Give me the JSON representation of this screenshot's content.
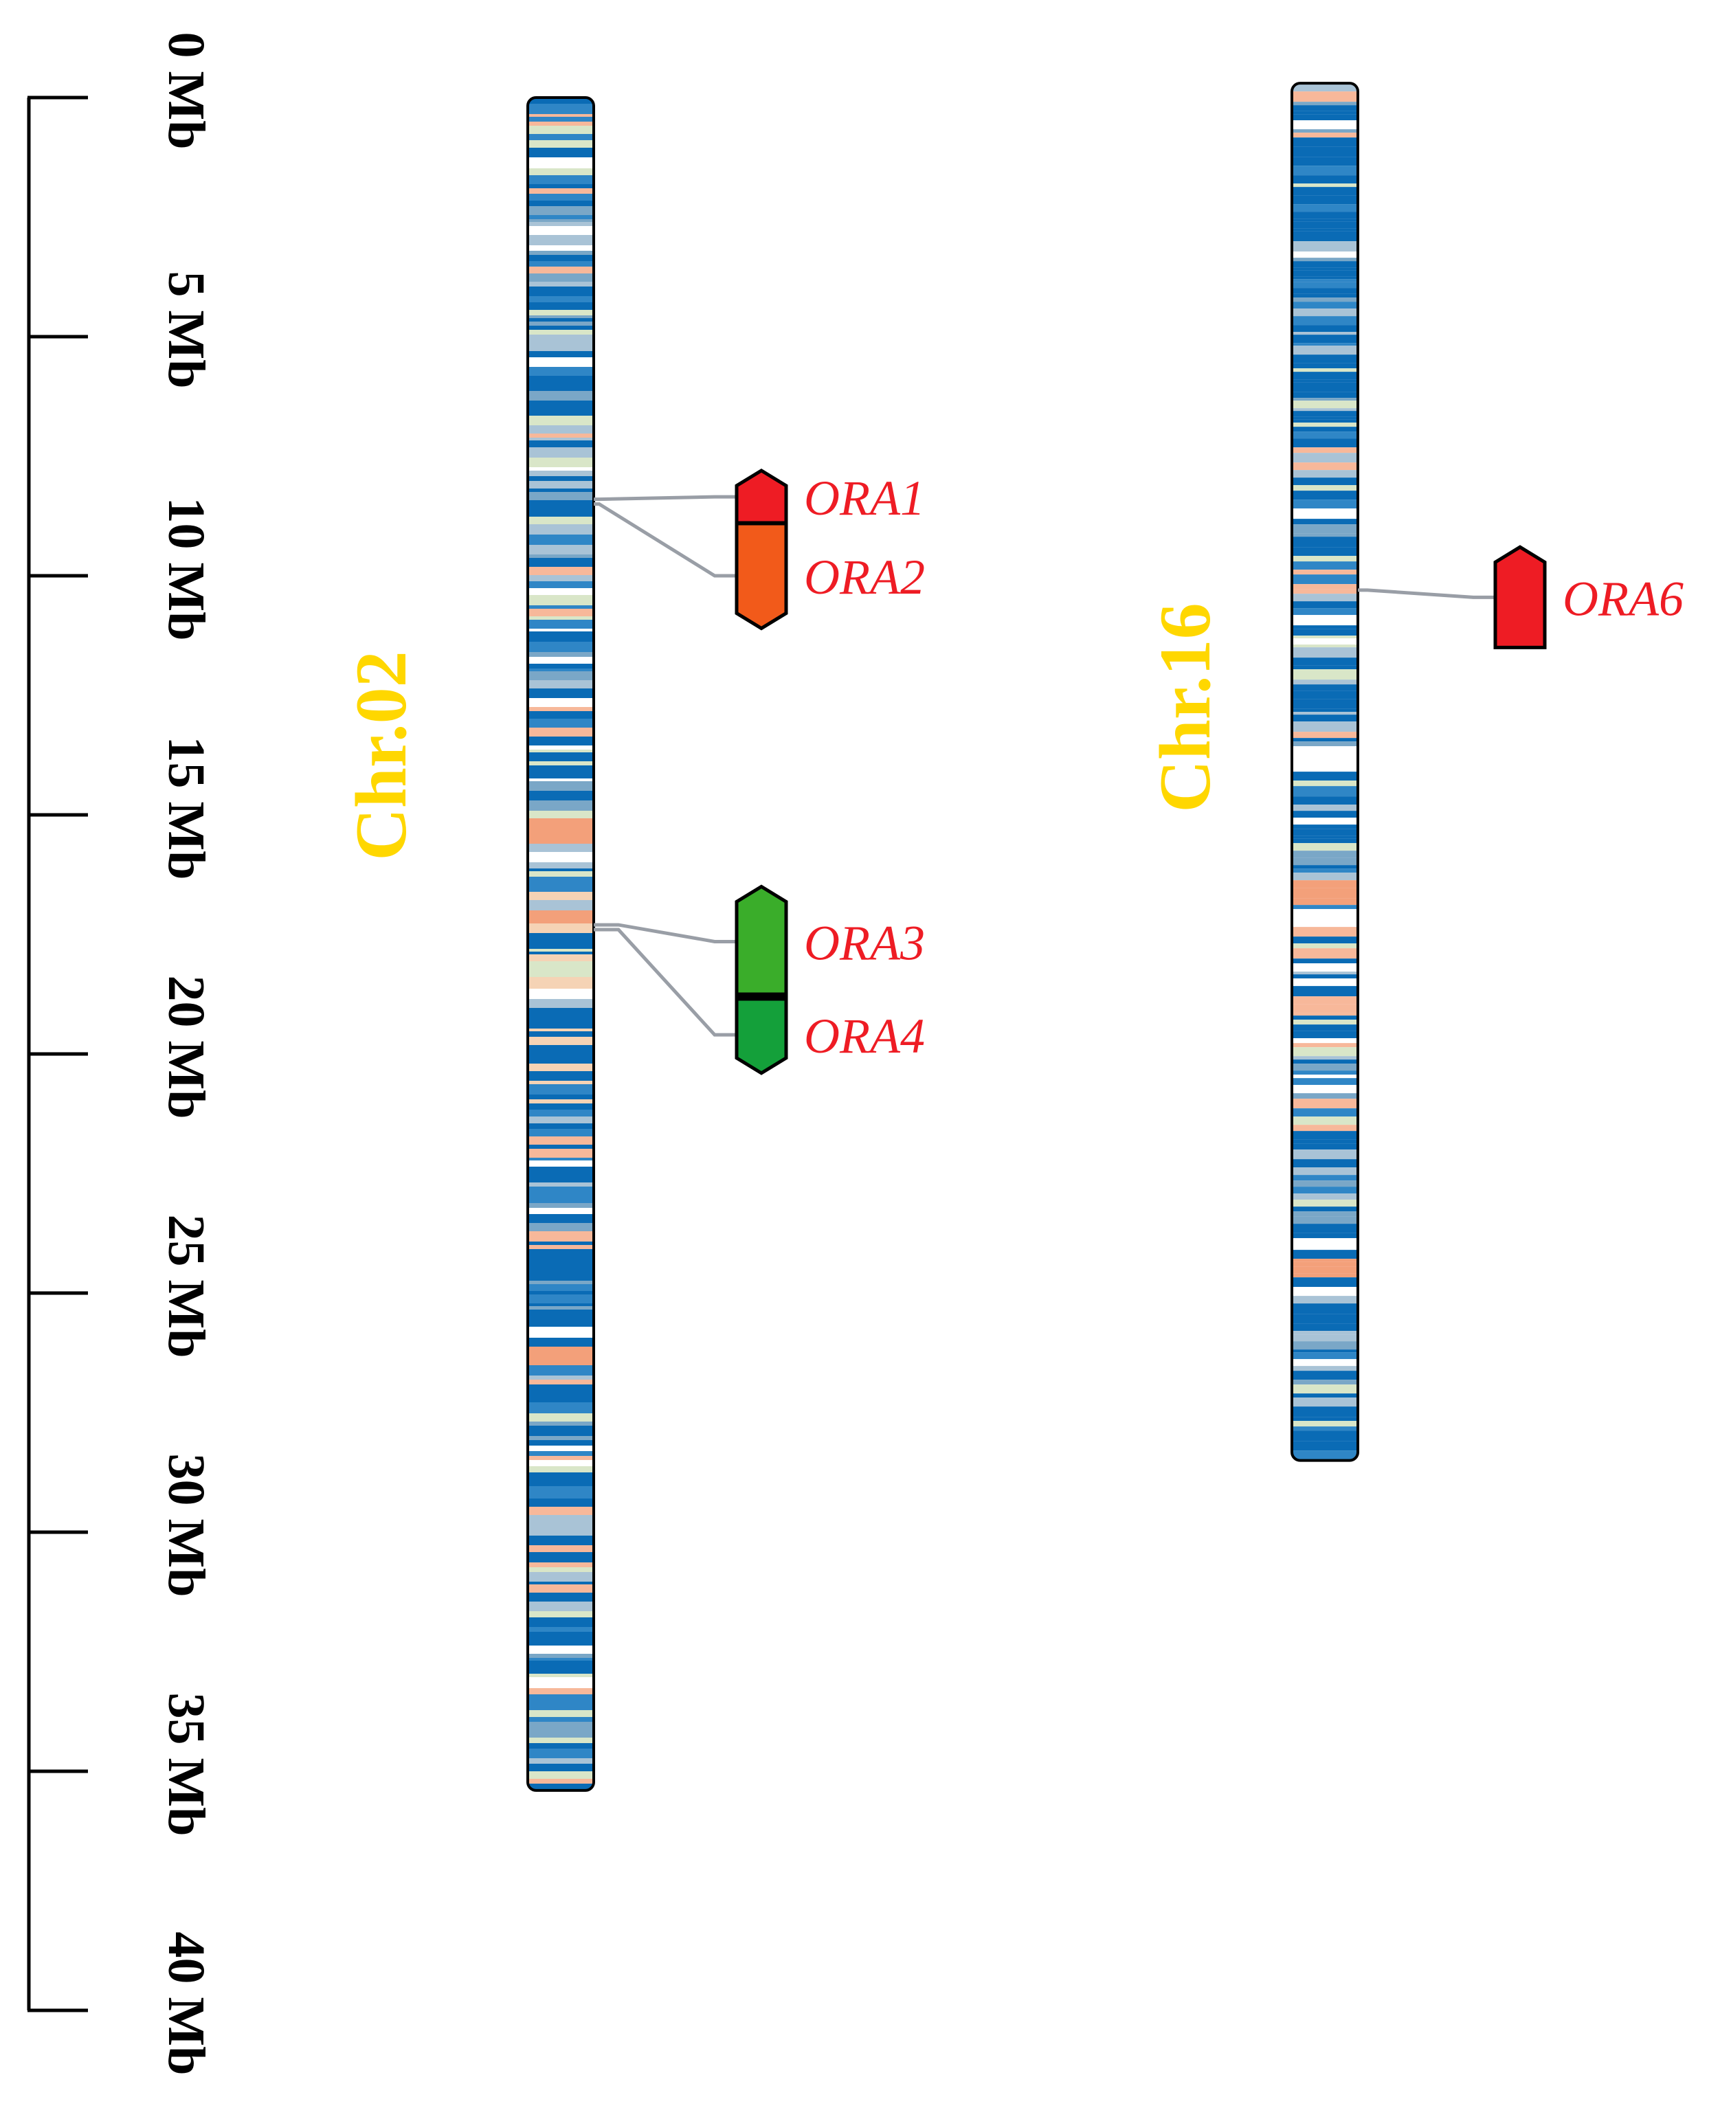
{
  "scale": {
    "unit": "Mb",
    "min": 0,
    "max": 40,
    "step": 5,
    "ticks": [
      "0 Mb",
      "5 Mb",
      "10 Mb",
      "15 Mb",
      "20 Mb",
      "25 Mb",
      "30 Mb",
      "35 Mb",
      "40 Mb"
    ]
  },
  "chromosomes": [
    {
      "id": "chr02",
      "name": "Chr.02",
      "length_mb": 35.4,
      "start_mb": 0
    },
    {
      "id": "chr16",
      "name": "Chr.16",
      "length_mb": 28.8,
      "start_mb": -0.3
    }
  ],
  "genes": [
    {
      "name": "ORA1",
      "chromosome": "chr02",
      "position_mb": 8.4,
      "block_start_mb": 7.8,
      "block_end_mb": 8.9,
      "color": "#ee1c24",
      "group": 1
    },
    {
      "name": "ORA2",
      "chromosome": "chr02",
      "position_mb": 8.5,
      "block_start_mb": 8.9,
      "block_end_mb": 11.1,
      "color": "#f25a1a",
      "group": 1
    },
    {
      "name": "ORA3",
      "chromosome": "chr02",
      "position_mb": 17.3,
      "block_start_mb": 16.5,
      "block_end_mb": 18.8,
      "color": "#3aad2a",
      "group": 2
    },
    {
      "name": "ORA4",
      "chromosome": "chr02",
      "position_mb": 17.4,
      "block_start_mb": 18.8,
      "block_end_mb": 20.4,
      "color": "#14a03a",
      "group": 2
    },
    {
      "name": "ORA6",
      "chromosome": "chr16",
      "position_mb": 10.3,
      "block_start_mb": 9.4,
      "block_end_mb": 11.5,
      "color": "#ee1c24",
      "group": 3
    }
  ],
  "colors": {
    "chromosome_label": "#ffd700",
    "gene_label": "#ee1c24",
    "connector": "#999ea6",
    "density_high": "#0a6bb5",
    "density_mid": "#7aa7c7",
    "density_low": "#d9e6c8",
    "density_peak": "#f7b89a"
  }
}
